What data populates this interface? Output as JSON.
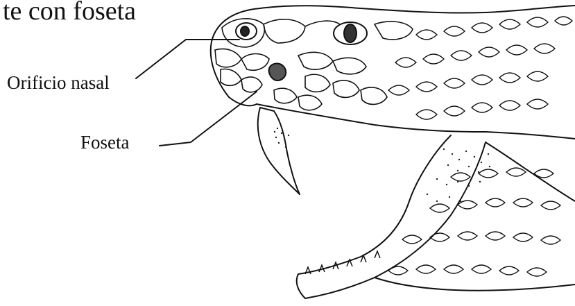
{
  "figure": {
    "title": "te con foseta",
    "labels": {
      "nasal": "Orificio nasal",
      "foseta": "Foseta"
    }
  },
  "colors": {
    "ink": "#111111",
    "background": "#ffffff"
  }
}
